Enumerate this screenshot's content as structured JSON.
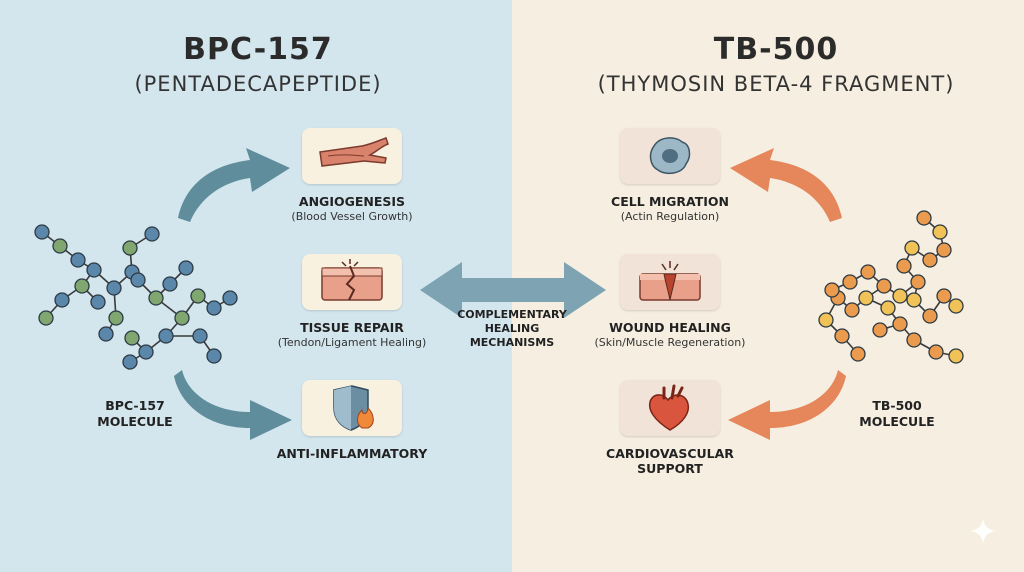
{
  "left": {
    "title": "BPC-157",
    "subtitle": "(PENTADECAPEPTIDE)",
    "molecule_label": [
      "BPC-157",
      "MOLECULE"
    ],
    "benefits": [
      {
        "title": "ANGIOGENESIS",
        "detail": "(Blood Vessel Growth)",
        "icon": "blood-vessel-icon"
      },
      {
        "title": "TISSUE REPAIR",
        "detail": "(Tendon/Ligament Healing)",
        "icon": "torn-tissue-icon"
      },
      {
        "title": "ANTI-INFLAMMATORY",
        "detail": "",
        "icon": "shield-flame-icon"
      }
    ]
  },
  "right": {
    "title": "TB-500",
    "subtitle": "(THYMOSIN BETA-4 FRAGMENT)",
    "molecule_label": [
      "TB-500",
      "MOLECULE"
    ],
    "benefits": [
      {
        "title": "CELL MIGRATION",
        "detail": "(Actin Regulation)",
        "icon": "cell-icon"
      },
      {
        "title": "WOUND HEALING",
        "detail": "(Skin/Muscle Regeneration)",
        "icon": "wound-icon"
      },
      {
        "title": "CARDIOVASCULAR",
        "title2": "SUPPORT",
        "detail": "",
        "icon": "heart-icon"
      }
    ]
  },
  "center": {
    "label": [
      "COMPLEMENTARY",
      "HEALING",
      "MECHANISMS"
    ]
  },
  "colors": {
    "left_bg": "#d3e6ee",
    "right_bg": "#f6efe1",
    "left_arrow": "#5f8d9c",
    "right_arrow": "#e5875a",
    "blue_node": "#5b87ab",
    "green_node": "#7fa76f",
    "orange_node": "#eb9b4e",
    "yellow_node": "#f0c257"
  }
}
